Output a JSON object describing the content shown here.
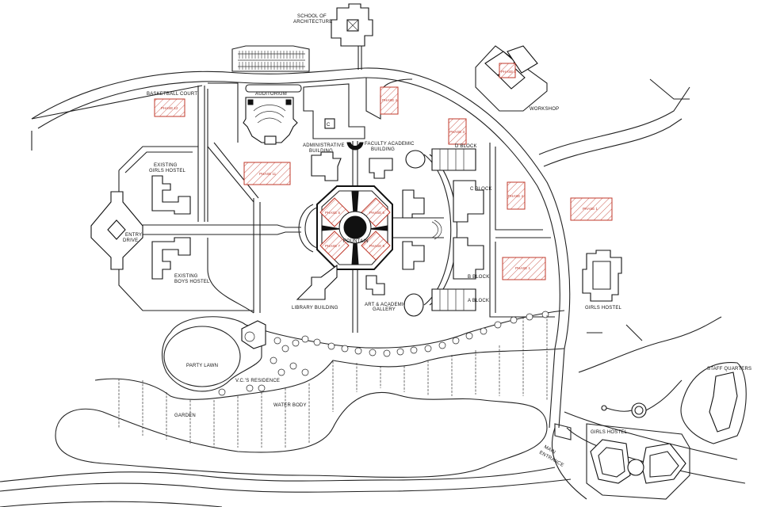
{
  "title": "Campus Site Plan",
  "colors": {
    "lines": "#222222",
    "phase_hatch": "#c0392b",
    "background": "#ffffff"
  },
  "labels": {
    "school_of_architecture": [
      "SCHOOL OF",
      "ARCHITECTURE"
    ],
    "auditorium": "AUDITORIUM",
    "basketball_court": "BASKETBALL COURT",
    "administrative_building": [
      "ADMINISTRATIVE",
      "BUILDING"
    ],
    "faculty_academic_building": [
      "FACULTY ACADEMIC",
      "BUILDING"
    ],
    "d_block": "D BLOCK",
    "c_block": "C BLOCK",
    "b_block": "B BLOCK",
    "a_block": "A BLOCK",
    "workshop": "WORKSHOP",
    "existing_hostel_top": [
      "EXISTING",
      "GIRLS HOSTEL"
    ],
    "existing_boys_hostel": [
      "EXISTING",
      "BOYS HOSTEL"
    ],
    "entry_drive": [
      "ENTRY",
      "DRIVE"
    ],
    "fountain": "FOUNTAIN",
    "library_building": "LIBRARY BUILDING",
    "art_gallery": [
      "ART & ACADEMIC",
      "GALLERY"
    ],
    "hostel_right": "GIRLS HOSTEL",
    "party_lawn": "PARTY LAWN",
    "vc_residence": "V.C.'S RESIDENCE",
    "water_body": "WATER BODY",
    "garden": "GARDEN",
    "main_entrance": [
      "MAIN",
      "ENTRANCE"
    ],
    "girls_hostel": "GIRLS HOSTEL",
    "staff_quarters": "STAFF QUARTERS"
  },
  "phases": {
    "basketball": "PHASE 12",
    "left_center": "PHASE 11",
    "top_center": "PHASE 4",
    "top_right": "PHASE 3",
    "workshop": "PHASE 2",
    "right_mid": "PHASE 4",
    "far_right": "PHASE 1",
    "right_low": "PHASE 1",
    "oct_tl": "PHASE 5",
    "oct_tr": "PHASE 6",
    "oct_bl": "PHASE 7",
    "oct_br": "PHASE 8"
  }
}
